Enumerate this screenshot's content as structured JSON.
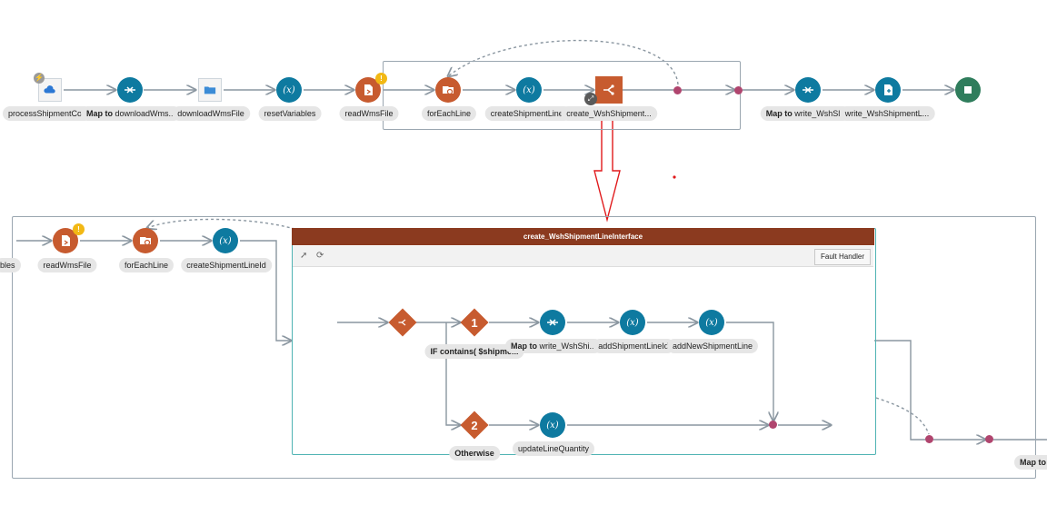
{
  "top_flow": {
    "labels": {
      "processShipmentCon": "processShipmentCon",
      "map_download_bold": "Map to",
      "map_download_rest": "downloadWms...",
      "downloadWmsFile": "downloadWmsFile",
      "resetVariables": "resetVariables",
      "readWmsFile": "readWmsFile",
      "forEachLine": "forEachLine",
      "createShipmentLineI": "createShipmentLineI",
      "create_WshShipment": "create_WshShipment...",
      "map_write_bold": "Map to",
      "map_write_rest": "write_WshShi",
      "write_WshShipmentL": "write_WshShipmentL..."
    }
  },
  "detail_flow": {
    "labels": {
      "bles": "bles",
      "readWmsFile": "readWmsFile",
      "forEachLine": "forEachLine",
      "createShipmentLineId": "createShipmentLineId",
      "if_contains": "IF contains( $shipme...",
      "map_write_bold": "Map to",
      "map_write_rest": "write_WshShi...",
      "addShipmentLineId": "addShipmentLineId",
      "addNewShipmentLine": "addNewShipmentLine",
      "otherwise": "Otherwise",
      "updateLineQuantity": "updateLineQuantity",
      "map_to_edge": "Map to"
    },
    "scope": {
      "title": "create_WshShipmentLineInterface",
      "fault_handler": "Fault Handler",
      "branch1": "1",
      "branch2": "2"
    }
  },
  "colors": {
    "action_blue": "#0e7aa0",
    "action_orange": "#c75b2f",
    "end_green": "#2f7d5c",
    "scope_header": "#8b3a1f",
    "merge_dot": "#b0456e",
    "annotation_arrow": "#e0191b",
    "warning": "#f2b814"
  },
  "icons": [
    "trigger-cloud-icon",
    "map-icon",
    "file-folder-icon",
    "assign-variable-icon",
    "read-file-icon",
    "for-each-icon",
    "switch-icon",
    "stop-icon",
    "warning-icon",
    "expand-icon",
    "pin-icon",
    "refresh-icon"
  ]
}
